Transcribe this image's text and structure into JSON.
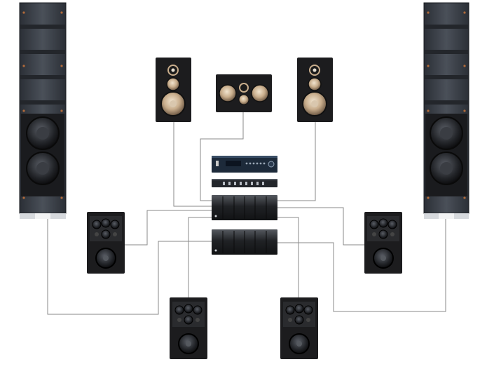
{
  "diagram": {
    "caption": "",
    "components": [
      {
        "id": "sub-left",
        "kind": "in-wall subwoofer column"
      },
      {
        "id": "sub-right",
        "kind": "in-wall subwoofer column"
      },
      {
        "id": "front-left",
        "kind": "bookshelf speaker"
      },
      {
        "id": "center",
        "kind": "center channel speaker"
      },
      {
        "id": "front-right",
        "kind": "bookshelf speaker"
      },
      {
        "id": "receiver",
        "kind": "A/V processor"
      },
      {
        "id": "eq",
        "kind": "equalizer / crossover unit"
      },
      {
        "id": "amp-1",
        "kind": "multichannel amplifier"
      },
      {
        "id": "amp-2",
        "kind": "multichannel amplifier"
      },
      {
        "id": "side-left",
        "kind": "in-wall surround speaker"
      },
      {
        "id": "side-right",
        "kind": "in-wall surround speaker"
      },
      {
        "id": "rear-left",
        "kind": "in-wall surround speaker"
      },
      {
        "id": "rear-right",
        "kind": "in-wall surround speaker"
      }
    ],
    "connections": [
      [
        "front-left",
        "amp-1"
      ],
      [
        "center",
        "amp-1"
      ],
      [
        "front-right",
        "amp-1"
      ],
      [
        "side-left",
        "amp-1"
      ],
      [
        "side-right",
        "amp-2"
      ],
      [
        "rear-left",
        "amp-1"
      ],
      [
        "rear-right",
        "amp-1"
      ],
      [
        "sub-left",
        "amp-2"
      ],
      [
        "sub-right",
        "amp-2"
      ]
    ],
    "colors": {
      "background": "#ffffff",
      "speaker_body": "#1c1c1e",
      "panel_grey": "#3a3f47",
      "cone_tan": "#c8ad8c",
      "wire": "#8a8a8a"
    }
  }
}
